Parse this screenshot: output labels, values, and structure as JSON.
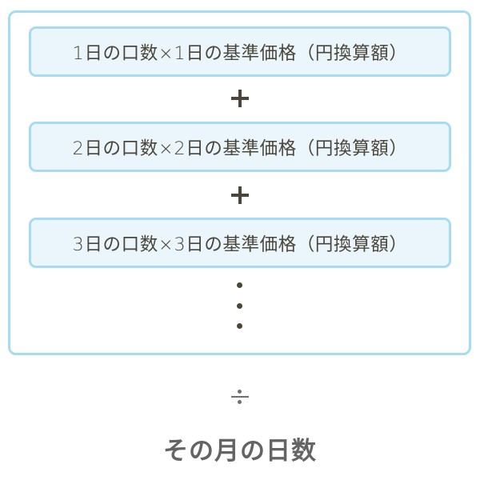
{
  "numerator": {
    "terms": [
      {
        "label": "1日の口数×1日の基準価格（円換算額）"
      },
      {
        "label": "2日の口数×2日の基準価格（円換算額）"
      },
      {
        "label": "3日の口数×3日の基準価格（円換算額）"
      }
    ],
    "operator": "+",
    "continuation": "⋮"
  },
  "division_operator": "÷",
  "denominator": {
    "label": "その月の日数"
  },
  "colors": {
    "box_border": "#a6dbf3",
    "term_background": "#eaf5fc",
    "term_text": "#4b4639",
    "denominator_text": "#646464"
  }
}
